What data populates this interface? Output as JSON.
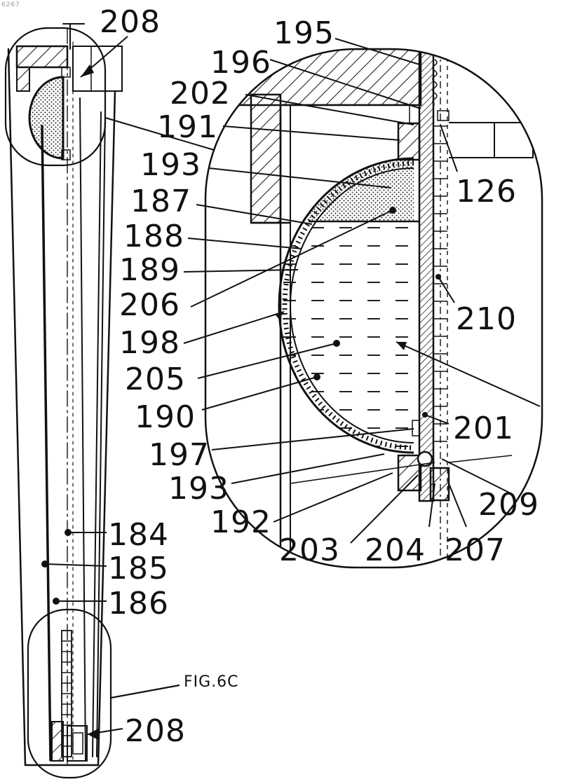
{
  "sheet_id": "6267",
  "caption": "FIG.6C",
  "labels": {
    "l208_top": "208",
    "l195": "195",
    "l196": "196",
    "l202": "202",
    "l191": "191",
    "l193_top": "193",
    "l126": "126",
    "l187": "187",
    "l188": "188",
    "l189": "189",
    "l206": "206",
    "l210": "210",
    "l198": "198",
    "l205": "205",
    "l190": "190",
    "l201": "201",
    "l197": "197",
    "l193_bottom": "193",
    "l209": "209",
    "l192": "192",
    "l203": "203",
    "l204": "204",
    "l207": "207",
    "l184": "184",
    "l185": "185",
    "l186": "186",
    "l208_bottom": "208"
  }
}
